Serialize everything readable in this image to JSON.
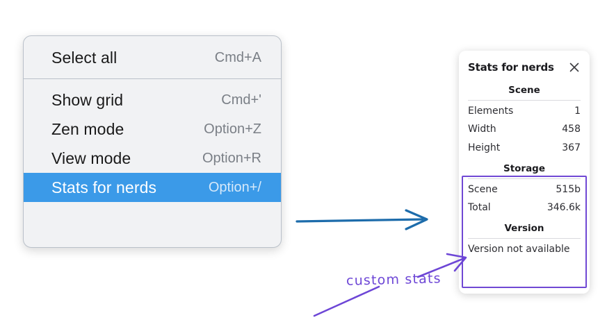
{
  "menu": {
    "groups": [
      {
        "items": [
          {
            "label": "Select all",
            "shortcut": "Cmd+A",
            "selected": false
          }
        ]
      },
      {
        "items": [
          {
            "label": "Show grid",
            "shortcut": "Cmd+'",
            "selected": false
          },
          {
            "label": "Zen mode",
            "shortcut": "Option+Z",
            "selected": false
          },
          {
            "label": "View mode",
            "shortcut": "Option+R",
            "selected": false
          },
          {
            "label": "Stats for nerds",
            "shortcut": "Option+/",
            "selected": true
          }
        ]
      }
    ],
    "highlight_color": "#3b9ae8",
    "background_color": "#f1f2f4"
  },
  "stats_panel": {
    "title": "Stats for nerds",
    "close_icon": "close-icon",
    "sections": [
      {
        "title": "Scene",
        "rows": [
          {
            "key": "Elements",
            "value": "1"
          },
          {
            "key": "Width",
            "value": "458"
          },
          {
            "key": "Height",
            "value": "367"
          }
        ]
      },
      {
        "title": "Storage",
        "rows": [
          {
            "key": "Scene",
            "value": "515b"
          },
          {
            "key": "Total",
            "value": "346.6k"
          }
        ]
      },
      {
        "title": "Version",
        "single": "Version not available"
      }
    ]
  },
  "annotations": {
    "blue_arrow_color": "#1d6cab",
    "purple_color": "#6d46d6",
    "handwritten_note": "custom stats",
    "highlight_box_color": "#7048d4"
  }
}
